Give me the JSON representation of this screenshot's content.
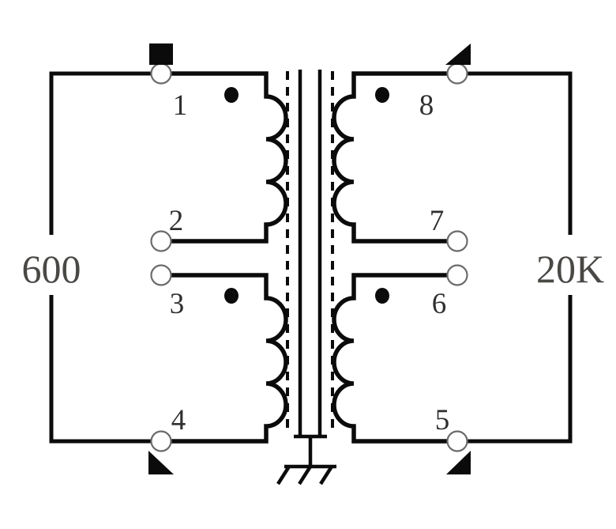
{
  "diagram": {
    "title": "Audio transformer schematic",
    "type": "transformer-winding-diagram",
    "colors": {
      "wire": "#0b0b0b",
      "terminal_fill": "#ffffff",
      "terminal_stroke": "#6b6b6b",
      "label_gray": "#4a4845",
      "pin_label": "#2f2f2f",
      "background": "#ffffff"
    }
  },
  "impedance": {
    "primary_label": "600",
    "secondary_label": "20K"
  },
  "pins": {
    "p1": "1",
    "p2": "2",
    "p3": "3",
    "p4": "4",
    "p5": "5",
    "p6": "6",
    "p7": "7",
    "p8": "8"
  },
  "markers": {
    "square_marker": "square-marker",
    "triangle_top_right": "triangle-marker",
    "triangle_bottom_left": "triangle-marker",
    "triangle_bottom_right": "triangle-marker"
  },
  "symbols": {
    "ground": "chassis-ground-symbol",
    "core": "transformer-core",
    "shield": "electrostatic-shield",
    "polarity_dot": "polarity-dot"
  },
  "windings": {
    "top_left": {
      "name": "primary-winding-upper",
      "arcs": 4,
      "pins": [
        "1",
        "2"
      ]
    },
    "bottom_left": {
      "name": "primary-winding-lower",
      "arcs": 4,
      "pins": [
        "3",
        "4"
      ]
    },
    "top_right": {
      "name": "secondary-winding-upper",
      "arcs": 4,
      "pins": [
        "8",
        "7"
      ]
    },
    "bottom_right": {
      "name": "secondary-winding-lower",
      "arcs": 4,
      "pins": [
        "6",
        "5"
      ]
    }
  }
}
